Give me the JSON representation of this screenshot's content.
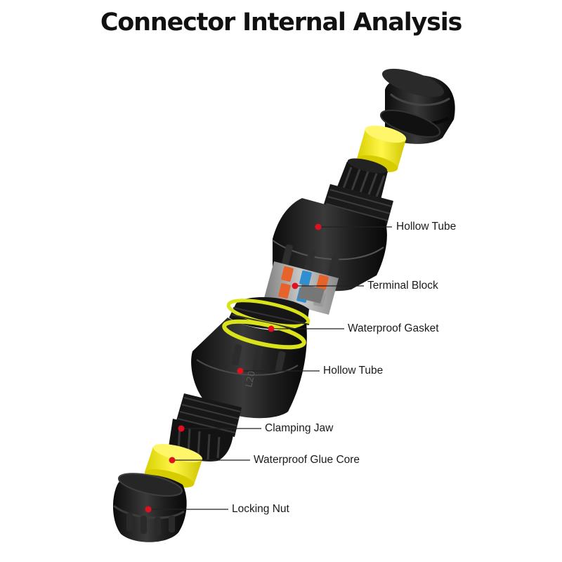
{
  "title": "Connector Internal Analysis",
  "callouts": [
    {
      "id": "hollow-tube-top",
      "label": "Hollow Tube"
    },
    {
      "id": "terminal-block",
      "label": "Terminal Block"
    },
    {
      "id": "waterproof-gasket",
      "label": "Waterproof Gasket"
    },
    {
      "id": "hollow-tube-bottom",
      "label": "Hollow Tube"
    },
    {
      "id": "clamping-jaw",
      "label": "Clamping Jaw"
    },
    {
      "id": "waterproof-glue-core",
      "label": "Waterproof Glue Core"
    },
    {
      "id": "locking-nut",
      "label": "Locking Nut"
    }
  ],
  "body_marking": "L20",
  "colors": {
    "body": "#1c1c1c",
    "seal": "#f2ea14",
    "gasket_ring": "#d9e21a",
    "terminal_orange": "#e8632a",
    "terminal_blue": "#2f8fd0",
    "terminal_grey": "#9a9a9a",
    "marker": "#e01020"
  }
}
